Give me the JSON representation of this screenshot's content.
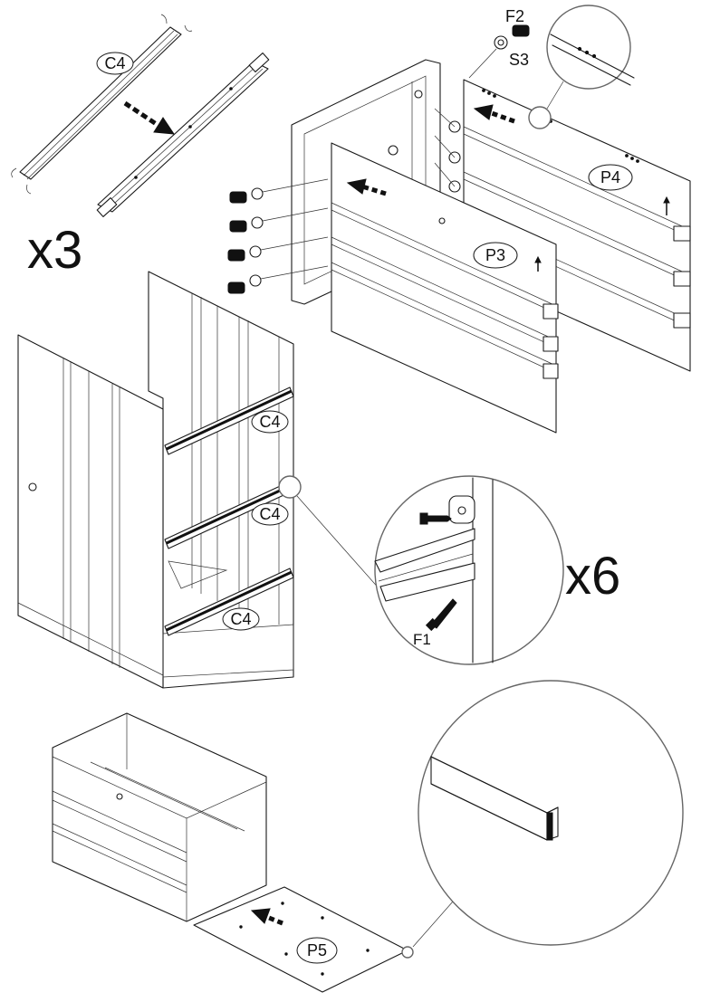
{
  "labels": {
    "rail": "C4",
    "side_panel": "P3",
    "back_panel": "P4",
    "bottom_panel": "P5",
    "bolt": "F2",
    "washer": "S3",
    "screw": "F1"
  },
  "multipliers": {
    "rails": "x3",
    "screws": "x6"
  }
}
